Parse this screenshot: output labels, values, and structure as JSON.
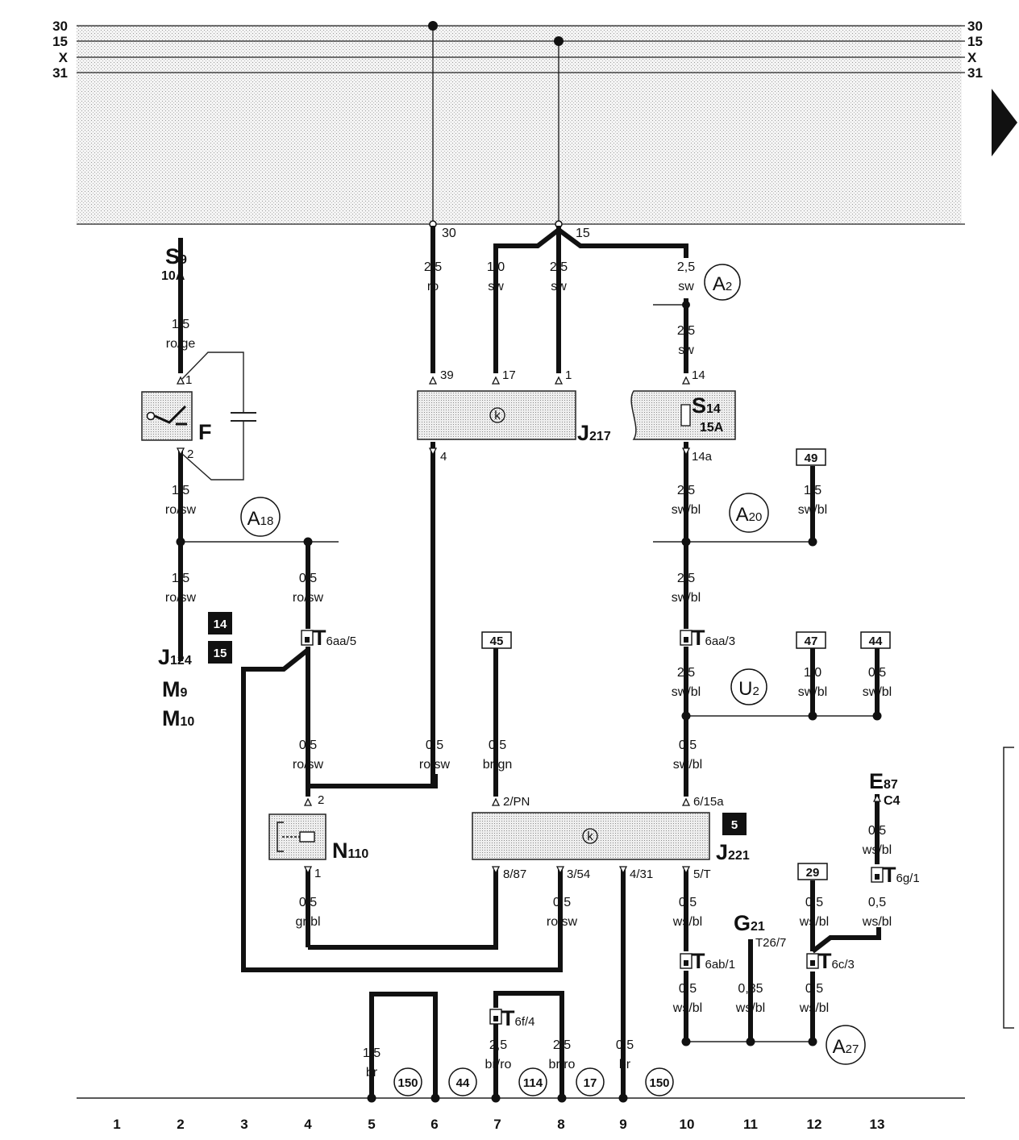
{
  "rails": {
    "left": [
      "30",
      "15",
      "X",
      "31"
    ],
    "right": [
      "30",
      "15",
      "X",
      "31"
    ]
  },
  "rail_pins": [
    "30",
    "15"
  ],
  "wires": {
    "s9_out": [
      "1,5",
      "ro/ge"
    ],
    "f_out": [
      "1,5",
      "ro/sw"
    ],
    "col2_low": [
      "1,5",
      "ro/sw"
    ],
    "col4_a": [
      "0,5",
      "ro/sw"
    ],
    "col4_b": [
      "0,5",
      "ro/sw"
    ],
    "n110_out": [
      "0,5",
      "gr/bl"
    ],
    "col6_top": [
      "2,5",
      "ro"
    ],
    "col6_low": [
      "0,5",
      "ro/sw"
    ],
    "col7_top": [
      "1,0",
      "sw"
    ],
    "col7_mid": [
      "0,5",
      "br/gn"
    ],
    "col7_low": [
      "2,5",
      "br/ro"
    ],
    "col8_top": [
      "2,5",
      "sw"
    ],
    "col8_mid": [
      "0,5",
      "ro/sw"
    ],
    "col8_low": [
      "2,5",
      "br/ro"
    ],
    "col9_low": [
      "0,5",
      "br"
    ],
    "col5_low": [
      "1,5",
      "br"
    ],
    "col10_a": [
      "2,5",
      "sw"
    ],
    "col10_b": [
      "2,5",
      "sw"
    ],
    "col10_c": [
      "2,5",
      "sw/bl"
    ],
    "col10_d": [
      "2,5",
      "sw/bl"
    ],
    "col10_e": [
      "2,5",
      "sw/bl"
    ],
    "col10_f": [
      "0,5",
      "sw/bl"
    ],
    "col10_g": [
      "0,5",
      "ws/bl"
    ],
    "col10_h": [
      "0,5",
      "ws/bl"
    ],
    "col11": [
      "0,35",
      "ws/bl"
    ],
    "col12_a": [
      "1,5",
      "sw/bl"
    ],
    "col12_b": [
      "1,0",
      "sw/bl"
    ],
    "col12_c": [
      "0,5",
      "ws/bl"
    ],
    "col12_d": [
      "0,5",
      "ws/bl"
    ],
    "col13_a": [
      "0,5",
      "sw/bl"
    ],
    "col13_b": [
      "0,5",
      "ws/bl"
    ],
    "col13_c": [
      "0,5",
      "ws/bl"
    ]
  },
  "components": {
    "S9": [
      "S",
      "9",
      "10A"
    ],
    "F": "F",
    "J217": [
      "J",
      "217"
    ],
    "S14": [
      "S",
      "14",
      "15A"
    ],
    "J124": [
      "J",
      "124"
    ],
    "M9": [
      "M",
      "9"
    ],
    "M10": [
      "M",
      "10"
    ],
    "N110": [
      "N",
      "110"
    ],
    "J221": [
      "J",
      "221"
    ],
    "E87": [
      "E",
      "87",
      "C4"
    ],
    "G21": [
      "G",
      "21",
      "T26/7"
    ]
  },
  "relay_symbol": "k",
  "pins": {
    "F_1": "1",
    "F_2": "2",
    "J217_39": "39",
    "J217_17": "17",
    "J217_1": "1",
    "J217_4": "4",
    "S14_14": "14",
    "S14_14a": "14a",
    "N110_2": "2",
    "N110_1": "1",
    "J221_2PN": "2/PN",
    "J221_615a": "6/15a",
    "J221_887": "8/87",
    "J221_354": "3/54",
    "J221_431": "4/31",
    "J221_5T": "5/T"
  },
  "connectors": {
    "t6aa5": [
      "T",
      "6aa/5"
    ],
    "t6aa3": [
      "T",
      "6aa/3"
    ],
    "t6ab1": [
      "T",
      "6ab/1"
    ],
    "t6c3": [
      "T",
      "6c/3"
    ],
    "t6g1": [
      "T",
      "6g/1"
    ],
    "t6f4": [
      "T",
      "6f/4"
    ]
  },
  "splices": {
    "A2": [
      "A",
      "2"
    ],
    "A18": [
      "A",
      "18"
    ],
    "A20": [
      "A",
      "20"
    ],
    "U2": [
      "U",
      "2"
    ],
    "A27": [
      "A",
      "27"
    ]
  },
  "refs_box": {
    "r49": "49",
    "r45": "45",
    "r47": "47",
    "r44": "44",
    "r29": "29"
  },
  "refs_black": {
    "b14": "14",
    "b15": "15",
    "b5": "5"
  },
  "ground_circles": [
    "150",
    "44",
    "114",
    "17",
    "150"
  ],
  "grid": [
    "1",
    "2",
    "3",
    "4",
    "5",
    "6",
    "7",
    "8",
    "9",
    "10",
    "11",
    "12",
    "13"
  ]
}
